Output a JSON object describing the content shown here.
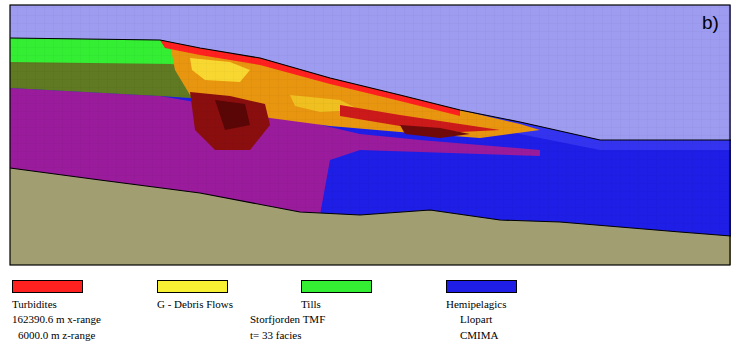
{
  "diagram": {
    "labels": [
      "b)",
      "162390.6 m x-range",
      "6000.0 m z-range",
      "Storfjorden TMF",
      "t= 33  facies",
      "Llopart",
      "CMIMA"
    ],
    "legend": [
      {
        "text": "Turbidites",
        "color": "#ff2020"
      },
      {
        "text": "G - Debris Flows",
        "color": "#f8f032"
      },
      {
        "text": "Tills",
        "color": "#33ee33"
      },
      {
        "text": "Hemipelagics",
        "color": "#1e1ee6"
      }
    ]
  }
}
